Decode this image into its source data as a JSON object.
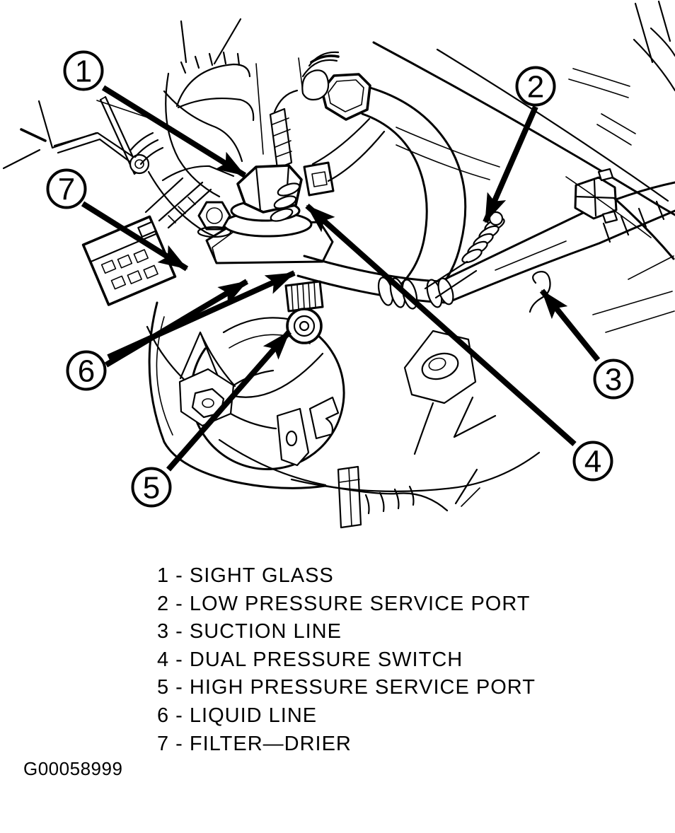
{
  "figure": {
    "code": "G00058999"
  },
  "colors": {
    "ink": "#000000",
    "paper": "#ffffff"
  },
  "callouts": [
    {
      "number": "1",
      "label": "SIGHT GLASS"
    },
    {
      "number": "2",
      "label": "LOW PRESSURE SERVICE PORT"
    },
    {
      "number": "3",
      "label": "SUCTION LINE"
    },
    {
      "number": "4",
      "label": "DUAL PRESSURE SWITCH"
    },
    {
      "number": "5",
      "label": "HIGH PRESSURE SERVICE PORT"
    },
    {
      "number": "6",
      "label": "LIQUID LINE"
    },
    {
      "number": "7",
      "label": "FILTER—DRIER"
    }
  ],
  "legend": {
    "items": [
      {
        "number": "1",
        "separator": "-",
        "label": "SIGHT GLASS",
        "display": "1 - SIGHT GLASS"
      },
      {
        "number": "2",
        "separator": "-",
        "label": "LOW PRESSURE SERVICE PORT",
        "display": "2 - LOW PRESSURE SERVICE PORT"
      },
      {
        "number": "3",
        "separator": "-",
        "label": "SUCTION LINE",
        "display": "3 - SUCTION LINE"
      },
      {
        "number": "4",
        "separator": "-",
        "label": "DUAL PRESSURE SWITCH",
        "display": "4 - DUAL PRESSURE SWITCH"
      },
      {
        "number": "5",
        "separator": "-",
        "label": "HIGH PRESSURE SERVICE PORT",
        "display": "5 - HIGH PRESSURE SERVICE PORT"
      },
      {
        "number": "6",
        "separator": "-",
        "label": "LIQUID LINE",
        "display": "6 - LIQUID LINE"
      },
      {
        "number": "7",
        "separator": "-",
        "label": "FILTER—DRIER",
        "display": "7 - FILTER—DRIER"
      }
    ]
  }
}
